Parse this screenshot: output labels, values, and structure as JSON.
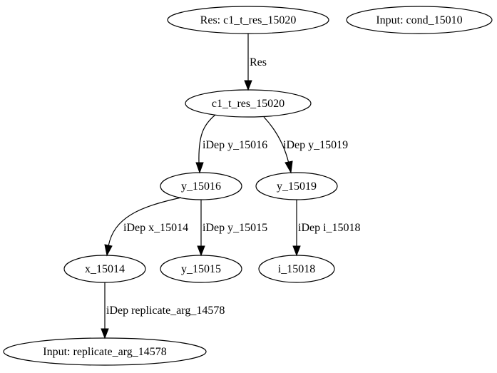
{
  "nodes": {
    "res": "Res: c1_t_res_15020",
    "input_cond": "Input: cond_15010",
    "c1": "c1_t_res_15020",
    "y16": "y_15016",
    "y19": "y_15019",
    "x14": "x_15014",
    "y15": "y_15015",
    "i18": "i_15018",
    "input_rep": "Input: replicate_arg_14578"
  },
  "edges": {
    "res_to_c1": "Res",
    "c1_to_y16": "iDep y_15016",
    "c1_to_y19": "iDep y_15019",
    "y16_to_x14": "iDep x_15014",
    "y16_to_y15": "iDep y_15015",
    "y19_to_i18": "iDep i_15018",
    "x14_to_rep": "iDep replicate_arg_14578"
  }
}
